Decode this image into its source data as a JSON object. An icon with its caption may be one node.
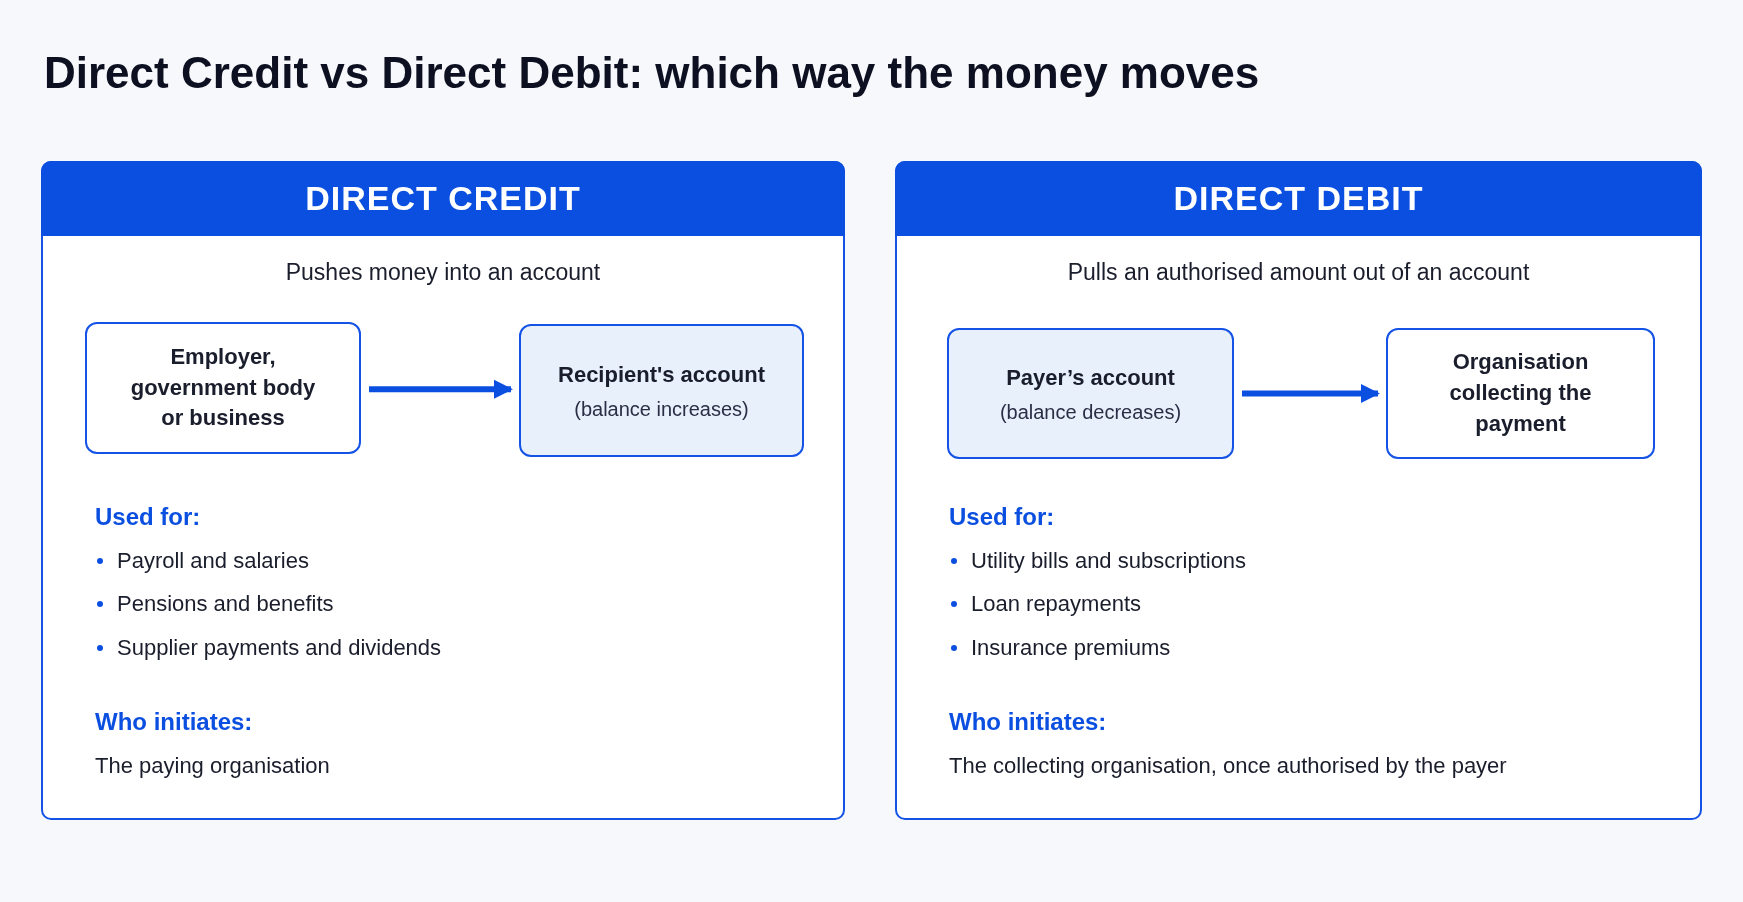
{
  "diagram": {
    "title": "Direct Credit vs Direct Debit: which way the money moves",
    "nodes": [
      {
        "text": [
          "DIRECT CREDIT",
          "Pushes money into an account",
          "Used for:",
          "Payroll and salaries",
          "Pensions and benefits",
          "Supplier payments and dividends",
          "Who initiates:",
          "The paying organisation"
        ]
      },
      {
        "text": [
          "Employer, government body or business"
        ],
        "in": 0
      },
      {
        "text": [
          "Recipient's account",
          "(balance increases)"
        ],
        "in": 0
      },
      {
        "text": [
          "DIRECT DEBIT",
          "Pulls an authorised amount out of an account",
          "Used for:",
          "Utility bills and subscriptions",
          "Loan repayments",
          "Insurance premiums",
          "Who initiates:",
          "The collecting organisation, once authorised by the payer"
        ]
      },
      {
        "text": [
          "Payer’s account",
          "(balance decreases)"
        ],
        "in": 3
      },
      {
        "text": [
          "Organisation collecting the payment"
        ],
        "in": 3
      }
    ],
    "edges": [
      {
        "from": 1,
        "to": 2,
        "arrow": "to"
      },
      {
        "from": 4,
        "to": 5,
        "arrow": "to"
      }
    ]
  }
}
